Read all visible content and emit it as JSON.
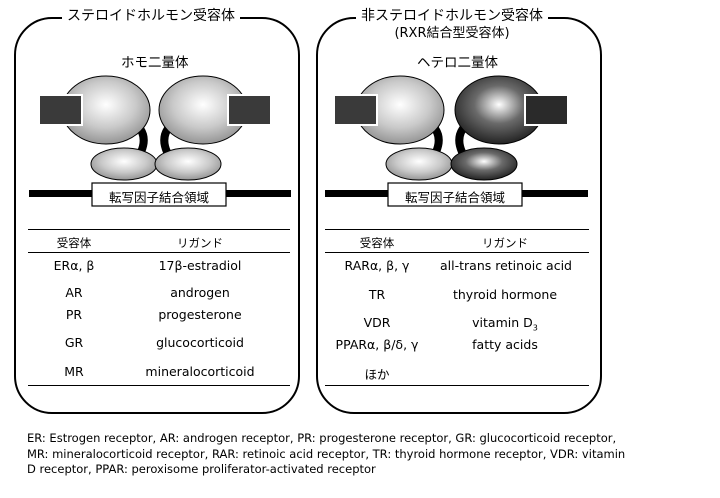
{
  "left_panel": {
    "title": "ステロイドホルモン受容体",
    "dimer_label": "ホモ二量体",
    "dbd_label": "転写因子結合領域",
    "table": {
      "header_receptor": "受容体",
      "header_ligand": "リガンド",
      "rows": [
        {
          "receptor": "ERα, β",
          "ligand": "17β-estradiol"
        },
        {
          "receptor": "AR",
          "ligand": "androgen"
        },
        {
          "receptor": "PR",
          "ligand": "progesterone"
        },
        {
          "receptor": "GR",
          "ligand": "glucocorticoid"
        },
        {
          "receptor": "MR",
          "ligand": "mineralocorticoid"
        }
      ]
    }
  },
  "right_panel": {
    "title_line1": "非ステロイドホルモン受容体",
    "title_line2": "(RXR結合型受容体)",
    "dimer_label": "ヘテロ二量体",
    "dbd_label": "転写因子結合領域",
    "table": {
      "header_receptor": "受容体",
      "header_ligand": "リガンド",
      "rows": [
        {
          "receptor": "RARα, β, γ",
          "ligand": "all-trans retinoic acid"
        },
        {
          "receptor": "TR",
          "ligand": "thyroid hormone"
        },
        {
          "receptor": "VDR",
          "ligand_main": "vitamin D",
          "ligand_sub": "3"
        },
        {
          "receptor": "PPARα, β/δ, γ",
          "ligand": "fatty acids"
        },
        {
          "receptor": "ほか",
          "ligand": ""
        }
      ]
    }
  },
  "colors": {
    "homo_light": "#ffffff",
    "homo_mid": "#c4c4c4",
    "homo_edge": "#8a8a8a",
    "hetero_dark": "#1e1e1e",
    "ligand_box": "#3a3a3a"
  },
  "footnote": "ER: Estrogen receptor, AR: androgen receptor, PR: progesterone receptor, GR: glucocorticoid receptor, MR: mineralocorticoid receptor, RAR: retinoic acid receptor, TR: thyroid hormone receptor, VDR: vitamin D receptor, PPAR: peroxisome proliferator-activated receptor"
}
